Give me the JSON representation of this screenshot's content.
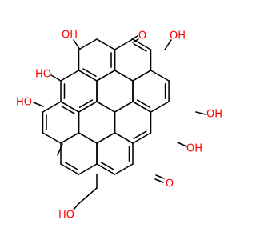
{
  "colors": {
    "bond": "#000000",
    "oxygen": "#ff0000",
    "background": "#ffffff"
  },
  "labels": {
    "hydroxyl": "OH",
    "hydroxyl_left": "HO",
    "carbonyl": "O"
  }
}
